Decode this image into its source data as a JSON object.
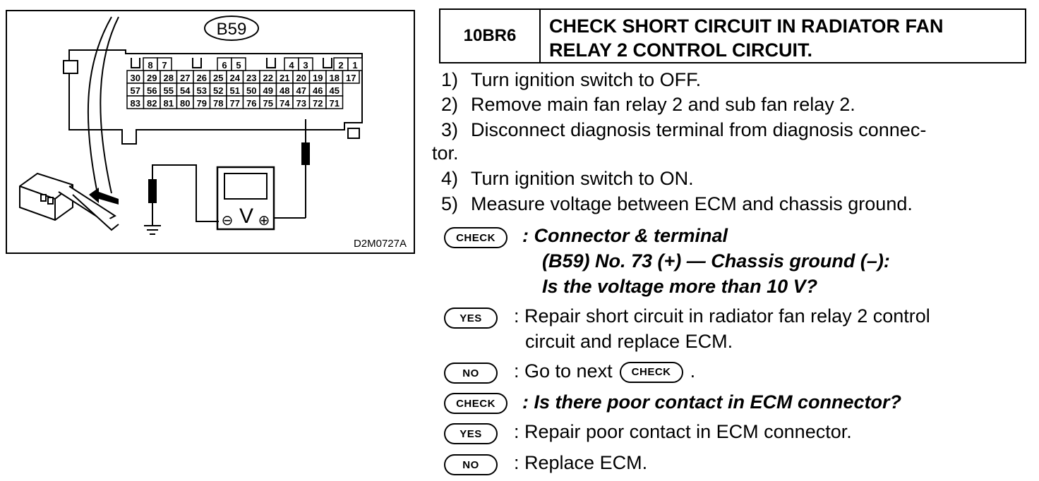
{
  "diagram": {
    "connector_label": "B59",
    "figure_id": "D2M0727A",
    "meter_symbol": "V",
    "neg": "⊖",
    "pos": "⊕",
    "top_row_a": [
      "8",
      "7"
    ],
    "top_row_b": [
      "6",
      "5"
    ],
    "top_row_c": [
      "4",
      "3"
    ],
    "top_row_d": [
      "2",
      "1"
    ],
    "row1": [
      "30",
      "29",
      "28",
      "27",
      "26",
      "25",
      "24",
      "23",
      "22",
      "21",
      "20",
      "19",
      "18",
      "17"
    ],
    "row2": [
      "57",
      "56",
      "55",
      "54",
      "53",
      "52",
      "51",
      "50",
      "49",
      "48",
      "47",
      "46",
      "45"
    ],
    "row3": [
      "83",
      "82",
      "81",
      "80",
      "79",
      "78",
      "77",
      "76",
      "75",
      "74",
      "73",
      "72",
      "71"
    ]
  },
  "header": {
    "code": "10BR6",
    "title_line1": "CHECK SHORT CIRCUIT IN RADIATOR FAN",
    "title_line2": "RELAY 2 CONTROL CIRCUIT."
  },
  "steps": [
    {
      "num": "1)",
      "text": "Turn ignition switch to OFF."
    },
    {
      "num": "2)",
      "text": "Remove main fan relay 2 and sub fan relay 2."
    },
    {
      "num": "3)",
      "text": "Disconnect diagnosis terminal from diagnosis connec-"
    },
    {
      "num": "",
      "text": "tor."
    },
    {
      "num": "4)",
      "text": "Turn ignition switch to ON."
    },
    {
      "num": "5)",
      "text": "Measure voltage between ECM and chassis ground."
    }
  ],
  "badges": {
    "check": "CHECK",
    "yes": "YES",
    "no": "NO"
  },
  "check1": {
    "line1": ": Connector & terminal",
    "line2": "(B59) No. 73 (+) — Chassis ground (–):",
    "line3": "Is the voltage more than 10 V?"
  },
  "yes1": {
    "line1": ": Repair short circuit in radiator fan relay 2 control",
    "line2": "circuit and replace ECM."
  },
  "no1": {
    "prefix": ": Go to next",
    "suffix": "."
  },
  "check2": {
    "text": ": Is there poor contact in ECM connector?"
  },
  "yes2": {
    "text": ": Repair poor contact in ECM connector."
  },
  "no2": {
    "text": ": Replace ECM."
  }
}
